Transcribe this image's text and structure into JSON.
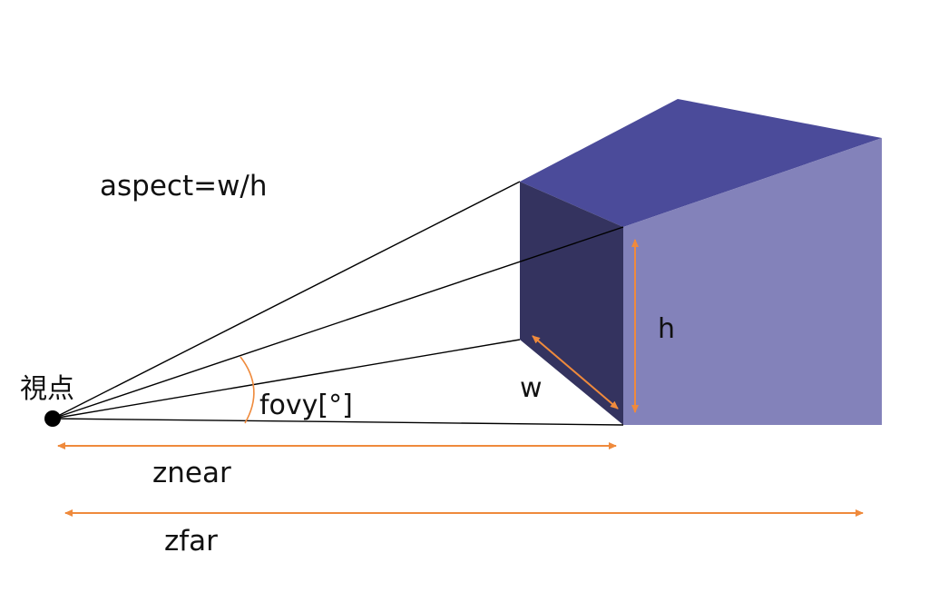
{
  "labels": {
    "aspect": "aspect=w/h",
    "viewpoint": "視点",
    "fovy": "fovy[°]",
    "w": "w",
    "h": "h",
    "znear": "znear",
    "zfar": "zfar"
  },
  "colors": {
    "box_top": "#4b4b9a",
    "box_front": "#34335f",
    "box_side": "#8382ba",
    "arrow": "#ef8a3c",
    "line": "#000000"
  }
}
